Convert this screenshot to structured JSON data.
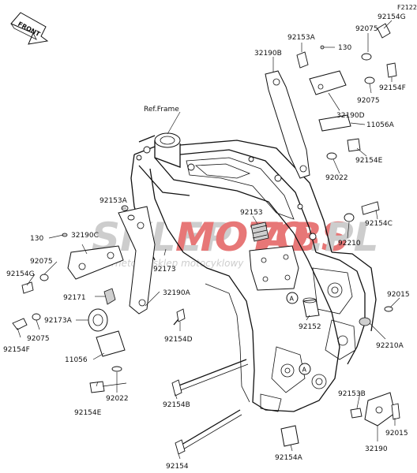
{
  "diagram": {
    "code": "F2122",
    "front_label": "FRONT",
    "ref_frame": "Ref.Frame",
    "watermark": {
      "main_a": "SKLEP",
      "main_b": "MOTO",
      "main_c": "ABS",
      "main_d": ".PL",
      "sub": "internetowy sklep motocyklowy",
      "color_grey": "#bdbdbd",
      "color_red": "#e04a4a"
    },
    "marker": "A",
    "labels": [
      {
        "id": "92154G_top",
        "text": "92154G"
      },
      {
        "id": "92075_top",
        "text": "92075"
      },
      {
        "id": "92153A_top",
        "text": "92153A"
      },
      {
        "id": "130_top",
        "text": "130"
      },
      {
        "id": "32190B",
        "text": "32190B"
      },
      {
        "id": "92154F_top",
        "text": "92154F"
      },
      {
        "id": "92075_top2",
        "text": "92075"
      },
      {
        "id": "32190D",
        "text": "32190D"
      },
      {
        "id": "11056A",
        "text": "11056A"
      },
      {
        "id": "92154E_top",
        "text": "92154E"
      },
      {
        "id": "92022_top",
        "text": "92022"
      },
      {
        "id": "92153",
        "text": "92153"
      },
      {
        "id": "92154C",
        "text": "92154C"
      },
      {
        "id": "92210",
        "text": "92210"
      },
      {
        "id": "92153A_left",
        "text": "92153A"
      },
      {
        "id": "130_left",
        "text": "130"
      },
      {
        "id": "32190C",
        "text": "32190C"
      },
      {
        "id": "92075_left",
        "text": "92075"
      },
      {
        "id": "92154G_left",
        "text": "92154G"
      },
      {
        "id": "92173",
        "text": "92173"
      },
      {
        "id": "92171",
        "text": "92171"
      },
      {
        "id": "32190A",
        "text": "32190A"
      },
      {
        "id": "92173A",
        "text": "92173A"
      },
      {
        "id": "92075_left2",
        "text": "92075"
      },
      {
        "id": "92154F_left",
        "text": "92154F"
      },
      {
        "id": "11056",
        "text": "11056"
      },
      {
        "id": "92154D",
        "text": "92154D"
      },
      {
        "id": "92152",
        "text": "92152"
      },
      {
        "id": "92015_top",
        "text": "92015"
      },
      {
        "id": "92210A",
        "text": "92210A"
      },
      {
        "id": "92022_left",
        "text": "92022"
      },
      {
        "id": "92154E_left",
        "text": "92154E"
      },
      {
        "id": "92154B",
        "text": "92154B"
      },
      {
        "id": "92153B",
        "text": "92153B"
      },
      {
        "id": "92015_bot",
        "text": "92015"
      },
      {
        "id": "92154A",
        "text": "92154A"
      },
      {
        "id": "32190",
        "text": "32190"
      },
      {
        "id": "92154",
        "text": "92154"
      }
    ]
  }
}
